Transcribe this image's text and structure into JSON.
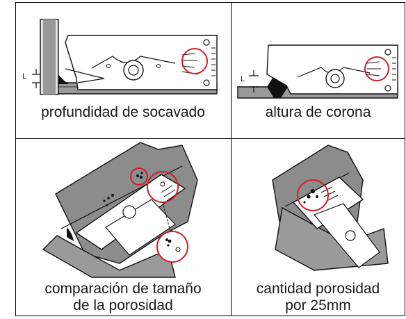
{
  "panels": [
    {
      "caption": "profundidad de socavado"
    },
    {
      "caption": "altura de corona"
    },
    {
      "caption_line1": "comparación de tamaño",
      "caption_line2": "de la porosidad"
    },
    {
      "caption_line1": "cantidad porosidad",
      "caption_line2": "por 25mm"
    }
  ],
  "gauge_marks": {
    "label_1": "L"
  },
  "colors": {
    "highlight": "#d0202a",
    "metal": "#9a9a9a",
    "ink": "#111111"
  }
}
